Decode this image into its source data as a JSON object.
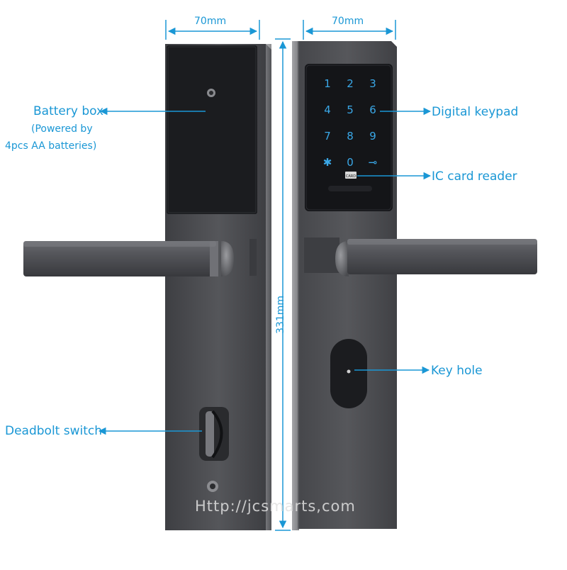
{
  "dimensions": {
    "width_left": "70mm",
    "width_right": "70mm",
    "height": "331mm"
  },
  "labels": {
    "battery_box": "Battery box",
    "battery_note_1": "(Powered by",
    "battery_note_2": "4pcs AA batteries)",
    "digital_keypad": "Digital keypad",
    "ic_card_reader": "IC card reader",
    "key_hole": "Key hole",
    "deadbolt_switch": "Deadbolt switch"
  },
  "keypad": {
    "keys": [
      "1",
      "2",
      "3",
      "4",
      "5",
      "6",
      "7",
      "8",
      "9",
      "✱",
      "0",
      "⊸"
    ],
    "card_text": "CARD"
  },
  "watermark": "Http://jcsmarts,com",
  "colors": {
    "annotation": "#1a97d5",
    "keypad_digits": "#3aa8e8",
    "lock_body": "#4a4b4f"
  }
}
